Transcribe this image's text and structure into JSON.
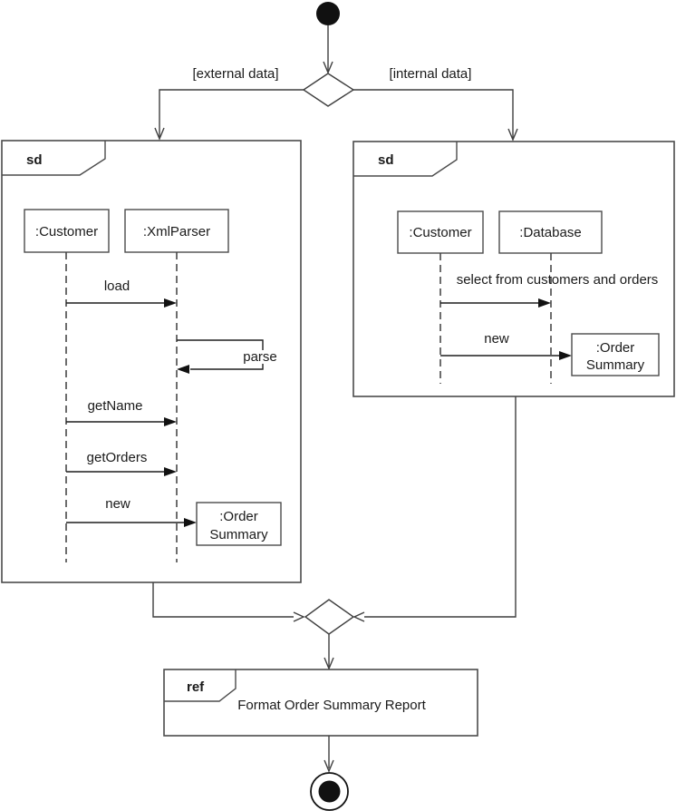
{
  "diagram": {
    "guards": {
      "external": "[external data]",
      "internal": "[internal data]"
    },
    "external_frame": {
      "tag": "sd",
      "lifeline_customer": ":Customer",
      "lifeline_xmlparser": ":XmlParser",
      "msg_load": "load",
      "msg_parse": "parse",
      "msg_getname": "getName",
      "msg_getorders": "getOrders",
      "msg_new": "new",
      "order_summary_line1": ":Order",
      "order_summary_line2": "Summary"
    },
    "internal_frame": {
      "tag": "sd",
      "lifeline_customer": ":Customer",
      "lifeline_database": ":Database",
      "msg_select": "select from customers and orders",
      "msg_new": "new",
      "order_summary_line1": ":Order",
      "order_summary_line2": "Summary"
    },
    "ref_frame": {
      "tag": "ref",
      "label": "Format Order Summary Report"
    },
    "colors": {
      "line": "#4b4b4b",
      "text": "#1a1a1a",
      "fill_node": "#111111",
      "background": "#ffffff"
    }
  }
}
